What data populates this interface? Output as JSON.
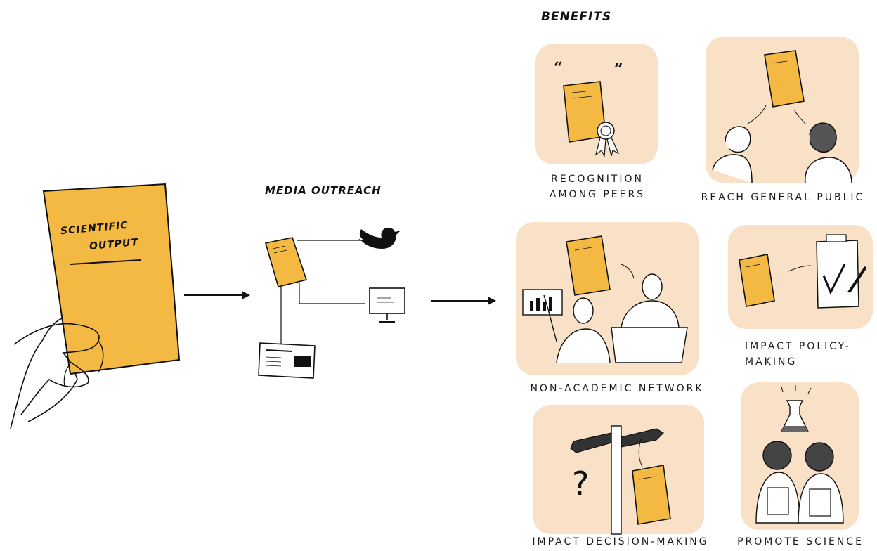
{
  "source": {
    "title": "SCIENTIFIC OUTPUT",
    "title_line1": "SCIENTIFIC",
    "title_line2": "OUTPUT"
  },
  "outreach": {
    "title": "MEDIA OUTREACH"
  },
  "benefits": {
    "title": "BENEFITS",
    "items": [
      {
        "label_line1": "RECOGNITION",
        "label_line2": "AMONG PEERS"
      },
      {
        "label_line1": "REACH GENERAL PUBLIC",
        "label_line2": ""
      },
      {
        "label_line1": "NON-ACADEMIC NETWORK",
        "label_line2": ""
      },
      {
        "label_line1": "IMPACT POLICY-",
        "label_line2": "MAKING"
      },
      {
        "label_line1": "IMPACT DECISION-MAKING",
        "label_line2": ""
      },
      {
        "label_line1": "PROMOTE SCIENCE",
        "label_line2": ""
      }
    ]
  },
  "colors": {
    "paper": "#f4b942",
    "panel": "#f8e1c6",
    "ink": "#111111"
  },
  "icons": [
    "hand-icon",
    "twitter-bird-icon",
    "monitor-icon",
    "newspaper-icon",
    "quote-icon",
    "award-ribbon-icon",
    "person-icon",
    "chart-icon",
    "clipboard-check-icon",
    "signpost-icon",
    "question-mark-icon",
    "flask-icon",
    "backpack-student-icon"
  ]
}
